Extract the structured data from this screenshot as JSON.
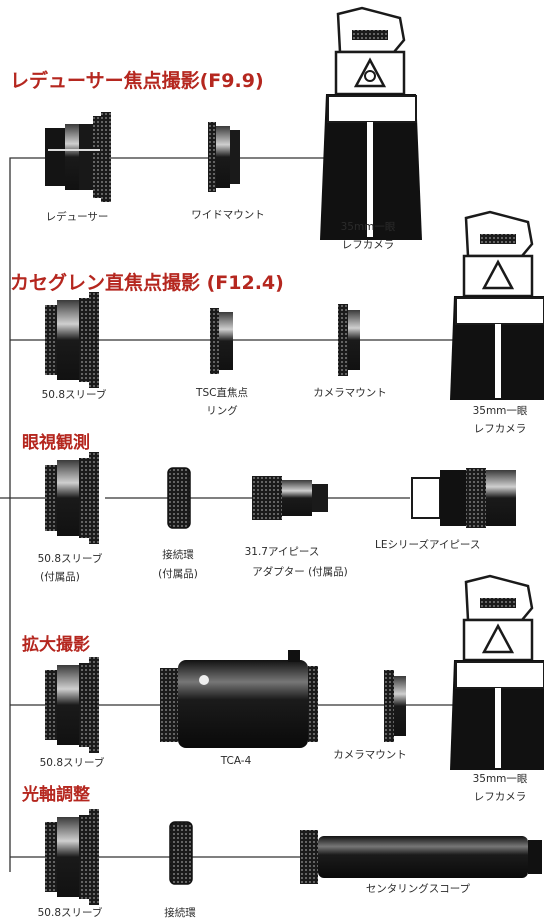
{
  "sections": [
    {
      "title": "レデューサー焦点撮影(F9.9)",
      "parts": [
        "レデューサー",
        "ワイドマウント"
      ],
      "camera": {
        "line1": "35mm一眼",
        "line2": "レフカメラ"
      }
    },
    {
      "title": "カセグレン直焦点撮影 (F12.4)",
      "parts": [
        "50.8スリーブ",
        "TSC直焦点",
        "リング",
        "カメラマウント"
      ],
      "camera": {
        "line1": "35mm一眼",
        "line2": "レフカメラ"
      }
    },
    {
      "title": "眼視観測",
      "parts": [
        "50.8スリーブ",
        "(付属品)",
        "接続環",
        "(付属品)",
        "31.7アイピース",
        "アダプター (付属品)",
        "LEシリーズアイピース"
      ]
    },
    {
      "title": "拡大撮影",
      "parts": [
        "50.8スリーブ",
        "TCA-4",
        "カメラマウント"
      ],
      "camera": {
        "line1": "35mm一眼",
        "line2": "レフカメラ"
      }
    },
    {
      "title": "光軸調整",
      "parts": [
        "50.8スリーブ",
        "接続環",
        "センタリングスコープ"
      ]
    }
  ],
  "colors": {
    "title": "#b5271f",
    "ink": "#1a1a1a",
    "line": "#333333",
    "white": "#ffffff"
  },
  "icons": [
    "reducer-icon",
    "sleeve-icon",
    "ring-icon",
    "camera-icon",
    "eyepiece-icon",
    "teleconverter-icon",
    "centering-scope-icon"
  ]
}
